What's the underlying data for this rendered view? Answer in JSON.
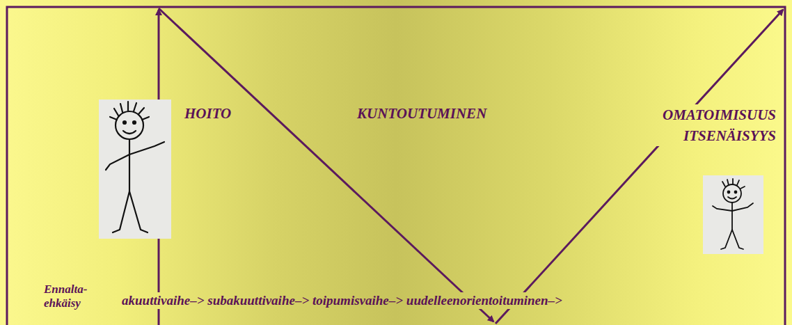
{
  "diagram": {
    "labels": [
      "HOITO",
      "KUNTOUTUMINEN",
      "OMATOIMISUUS ITSENÄISYYS",
      "Ennalta- ehkäisy",
      "akuuttivaihe–> subakuuttivaihe–> toipumisvaihe–> uudelleenorientoituminen–>"
    ]
  }
}
